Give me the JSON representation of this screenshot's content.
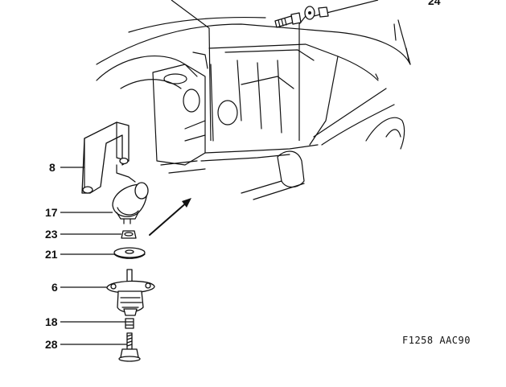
{
  "callouts": {
    "p8": "8",
    "p17": "17",
    "p23": "23",
    "p21": "21",
    "p6": "6",
    "p18": "18",
    "p28": "28",
    "p24": "24"
  },
  "figure_ref": "F1258  AAC90"
}
